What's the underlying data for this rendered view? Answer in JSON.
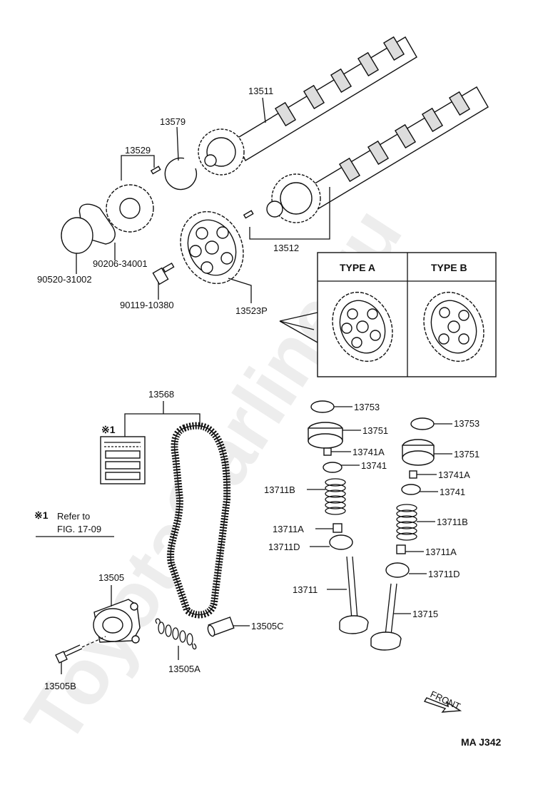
{
  "watermark": "ToyotaCarline.ru",
  "diagram_code": "MA  J342",
  "type_headers": {
    "a": "TYPE  A",
    "b": "TYPE  B"
  },
  "note": {
    "mark": "※1",
    "line1": "Refer to",
    "line2": "FIG. 17-09"
  },
  "front_label": "FRONT",
  "parts": {
    "p13511": "13511",
    "p13579": "13579",
    "p13529": "13529",
    "p90206": "90206-34001",
    "p90520": "90520-31002",
    "p90119": "90119-10380",
    "p13512": "13512",
    "p13523p": "13523P",
    "p13568": "13568",
    "p13753a": "13753",
    "p13751a": "13751",
    "p13741Aa": "13741A",
    "p13741a": "13741",
    "p13711Ba": "13711B",
    "p13711Aa": "13711A",
    "p13711Da": "13711D",
    "p13711": "13711",
    "p13753b": "13753",
    "p13751b": "13751",
    "p13741Ab": "13741A",
    "p13741b": "13741",
    "p13711Bb": "13711B",
    "p13711Ab": "13711A",
    "p13711Db": "13711D",
    "p13715": "13715",
    "p13505": "13505",
    "p13505C": "13505C",
    "p13505A": "13505A",
    "p13505B": "13505B"
  }
}
